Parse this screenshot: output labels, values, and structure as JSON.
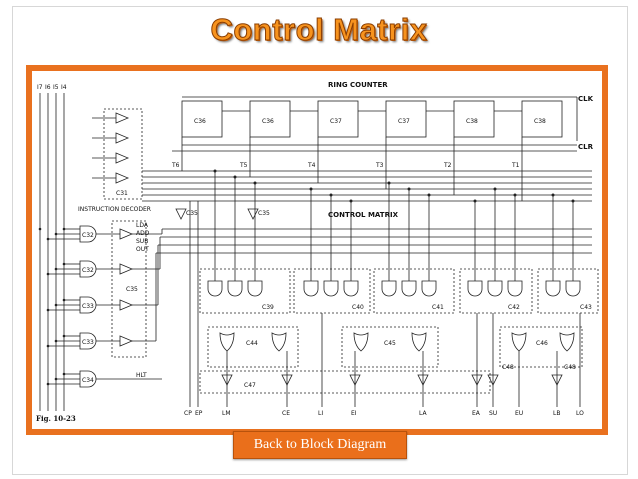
{
  "slide": {
    "title": "Control Matrix",
    "button_label": "Back to Block Diagram"
  },
  "figure": {
    "caption": "Fig. 10-23",
    "ring_counter_label": "RING COUNTER",
    "control_matrix_label": "CONTROL MATRIX",
    "instruction_decoder_label": "INSTRUCTION DECODER",
    "clk_label": "CLK",
    "clk_bar_label": "CLR",
    "flipflops": [
      "C36",
      "C36",
      "C37",
      "C37",
      "C38",
      "C38"
    ],
    "timing_labels": [
      "T6",
      "T5",
      "T4",
      "T3",
      "T2",
      "T1"
    ],
    "input_labels": [
      "I7",
      "I6",
      "I5",
      "I4"
    ],
    "decoder_chips": [
      "C31",
      "C32",
      "C32",
      "C33",
      "C33",
      "C34",
      "C35"
    ],
    "instruction_lines": [
      "LDA",
      "ADD",
      "SUB",
      "OUT",
      "HLT"
    ],
    "gate_chips": [
      "C39",
      "C40",
      "C41",
      "C42",
      "C43"
    ],
    "or_chips": [
      "C44",
      "C45",
      "C46"
    ],
    "inverter_chips": [
      "C47",
      "C48",
      "C48"
    ],
    "inverter_chip_small": [
      "C35",
      "C35"
    ],
    "outputs": [
      "CP",
      "EP",
      "LM",
      "CE",
      "LI",
      "EI",
      "LA",
      "EA",
      "SU",
      "EU",
      "LB",
      "LO"
    ],
    "accent_orange": "#e9711f",
    "title_orange": "#f7931e"
  }
}
